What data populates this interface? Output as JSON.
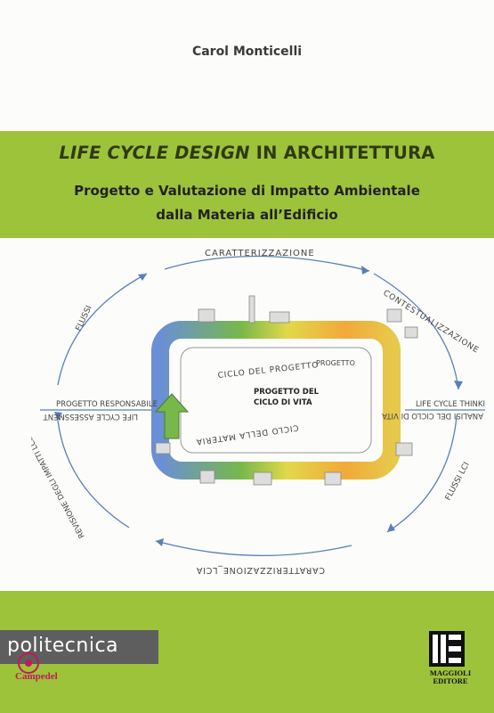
{
  "cover": {
    "author": "Carol Monticelli",
    "title_italic": "LIFE CYCLE DESIGN",
    "title_rest": " IN ARCHITETTURA",
    "subtitle_line1": "Progetto e Valutazione di Impatto Ambientale",
    "subtitle_line2": "dalla Materia all’Edificio",
    "series": "politecnica",
    "publisher_line1": "MAGGIOLI",
    "publisher_line2": "EDITORE",
    "stamp": "Campedel"
  },
  "diagram": {
    "top": "CARATTERIZZAZIONE",
    "right_top": "CONTESTUALIZZAZIONE",
    "right_mid": "LIFE CYCLE THINKING",
    "right_mid_mirror": "ANALISI DEL CICLO DI VITA",
    "right_bottom": "FLUSSI LCI",
    "bottom": "CARATTERIZZAZIONE_LCIA",
    "left_bottom": "REVISIONE DEGLI IMPATTI LCIA",
    "left_mid": "PROGETTO RESPONSABILE",
    "left_mid_mirror": "LIFE CYCLE ASSESSMENT",
    "left_top": "FLUSSI",
    "inner_1": "CICLO DEL PROGETTO",
    "inner_2": "PROGETTO DEL",
    "inner_3": "CICLO DI VITA",
    "inner_4": "CICLO DELLA MATERIA",
    "inner_5": "PROGETTO"
  },
  "colors": {
    "band": "#9dc33b",
    "series_bg": "#5e5e5e",
    "stamp": "#c2185b"
  }
}
